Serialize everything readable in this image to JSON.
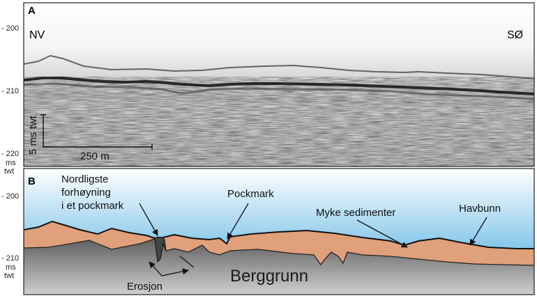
{
  "panel_a": {
    "label": "A",
    "left_direction": "NV",
    "right_direction": "SØ",
    "depth_ticks": [
      "- 200",
      "- 210",
      "- 220"
    ],
    "depth_unit": [
      "ms",
      "twt"
    ],
    "scale_vertical": "5 ms twt",
    "scale_horizontal": "250 m"
  },
  "panel_b": {
    "label": "B",
    "depth_ticks": [
      "- 200",
      "- 210"
    ],
    "depth_unit": [
      "ms",
      "twt"
    ],
    "annotations": {
      "nordligste": [
        "Nordligste",
        "forhøyning",
        "i et pockmark"
      ],
      "pockmark": "Pockmark",
      "myke_sedimenter": "Myke sedimenter",
      "havbunn": "Havbunn",
      "erosjon": "Erosjon",
      "berggrunn": "Berggrunn"
    },
    "colors": {
      "water_top": "#ffffff",
      "water_bottom": "#3ea6df",
      "sediment": "#e0a07a",
      "bedrock_top": "#5f5f5f",
      "bedrock_bottom": "#c9c9c9"
    }
  }
}
